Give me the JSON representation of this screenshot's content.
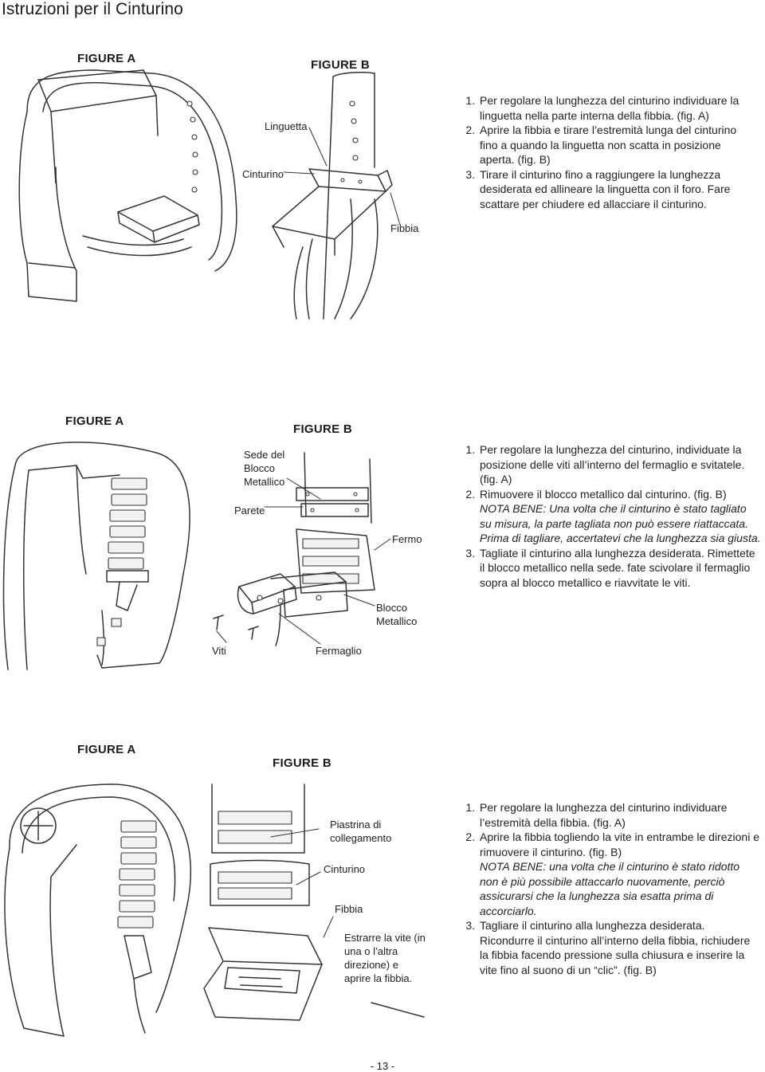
{
  "page": {
    "title": "Istruzioni per il Cinturino",
    "page_number": "- 13 -"
  },
  "section1": {
    "figure_a": "FIGURE A",
    "figure_b": "FIGURE B",
    "callouts": {
      "linguetta": "Linguetta",
      "cinturino": "Cinturino",
      "fibbia": "Fibbia"
    },
    "steps": [
      "Per regolare la lunghezza del cinturino individuare la linguetta nella parte interna della fibbia. (fig. A)",
      "Aprire la fibbia e tirare l’estremità lunga del cinturino fino a quando la linguetta non scatta in posizione aperta. (fig. B)",
      "Tirare il cinturino fino a raggiungere la lunghezza desiderata ed allineare la linguetta con il foro. Fare scattare per chiudere ed allacciare il cinturino."
    ]
  },
  "section2": {
    "figure_a": "FIGURE A",
    "figure_b": "FIGURE B",
    "callouts": {
      "sede": "Sede del Blocco Metallico",
      "parete": "Parete",
      "fermo": "Fermo",
      "blocco": "Blocco Metallico",
      "viti": "Viti",
      "fermaglio": "Fermaglio"
    },
    "steps": [
      {
        "text": "Per regolare la lunghezza del cinturino, individuate la posizione delle viti all’interno del fermaglio e svitatele. (fig. A)",
        "note": ""
      },
      {
        "text": "Rimuovere il blocco metallico dal cinturino. (fig. B)",
        "note": "NOTA BENE: Una volta che il cinturino è stato tagliato su misura, la parte tagliata non può essere riattaccata. Prima di tagliare, accertatevi che la lunghezza sia giusta."
      },
      {
        "text": "Tagliate il cinturino alla lunghezza desiderata. Rimettete il blocco metallico nella sede. fate scivolare il fermaglio sopra al blocco metallico e riavvitate le viti.",
        "note": ""
      }
    ]
  },
  "section3": {
    "figure_a": "FIGURE A",
    "figure_b": "FIGURE B",
    "callouts": {
      "piastrina": "Piastrina di collegamento",
      "cinturino": "Cinturino",
      "fibbia": "Fibbia",
      "estrarre": "Estrarre la vite (in una o l’altra direzione) e aprire la fibbia."
    },
    "steps": [
      {
        "text": "Per regolare la lunghezza del cinturino individuare l’estremità della fibbia. (fig. A)",
        "note": ""
      },
      {
        "text": "Aprire la fibbia togliendo la vite in entrambe le direzioni e rimuovere il cinturino. (fig. B)",
        "note": "NOTA BENE: una volta che il cinturino è stato ridotto non è più possibile attaccarlo nuovamente, perciò assicurarsi che la lunghezza sia esatta prima di accorciarlo."
      },
      {
        "text": "Tagliare il cinturino alla lunghezza desiderata. Ricondurre il cinturino all’interno della fibbia, richiudere la fibbia facendo pressione sulla chiusura e inserire la vite fino al suono di un “clic”. (fig. B)",
        "note": ""
      }
    ]
  }
}
